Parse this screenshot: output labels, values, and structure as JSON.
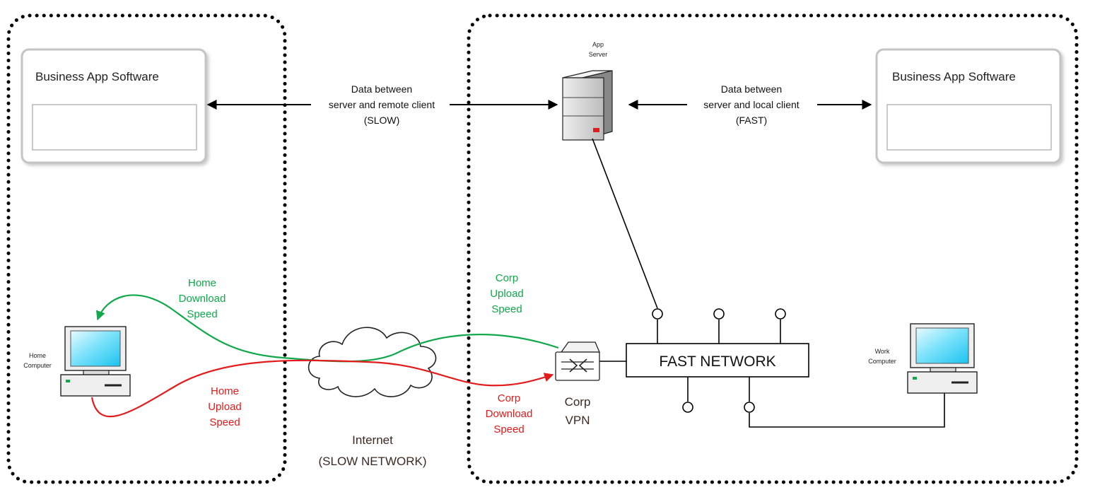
{
  "colors": {
    "green": "#10a84a",
    "red": "#e31b1b",
    "text_dark": "#3b2a22",
    "line": "#000000",
    "box_border": "#c9c9c9",
    "monitor_screen": "#31d0f5"
  },
  "left_app": {
    "title": "Business App Software"
  },
  "right_app": {
    "title": "Business App Software"
  },
  "app_server": {
    "label_line1": "App",
    "label_line2": "Server"
  },
  "slow_link": {
    "line1": "Data between",
    "line2": "server and remote client",
    "line3": "(SLOW)"
  },
  "fast_link": {
    "line1": "Data between",
    "line2": "server and local client",
    "line3": "(FAST)"
  },
  "home_computer": {
    "line1": "Home",
    "line2": "Computer"
  },
  "work_computer": {
    "line1": "Work",
    "line2": "Computer"
  },
  "home_download": {
    "line1": "Home",
    "line2": "Download",
    "line3": "Speed"
  },
  "home_upload": {
    "line1": "Home",
    "line2": "Upload",
    "line3": "Speed"
  },
  "corp_upload": {
    "line1": "Corp",
    "line2": "Upload",
    "line3": "Speed"
  },
  "corp_download": {
    "line1": "Corp",
    "line2": "Download",
    "line3": "Speed"
  },
  "internet": {
    "line1": "Internet",
    "line2": "(SLOW NETWORK)"
  },
  "corp_vpn": {
    "line1": "Corp",
    "line2": "VPN"
  },
  "fast_network": {
    "label": "FAST NETWORK"
  }
}
